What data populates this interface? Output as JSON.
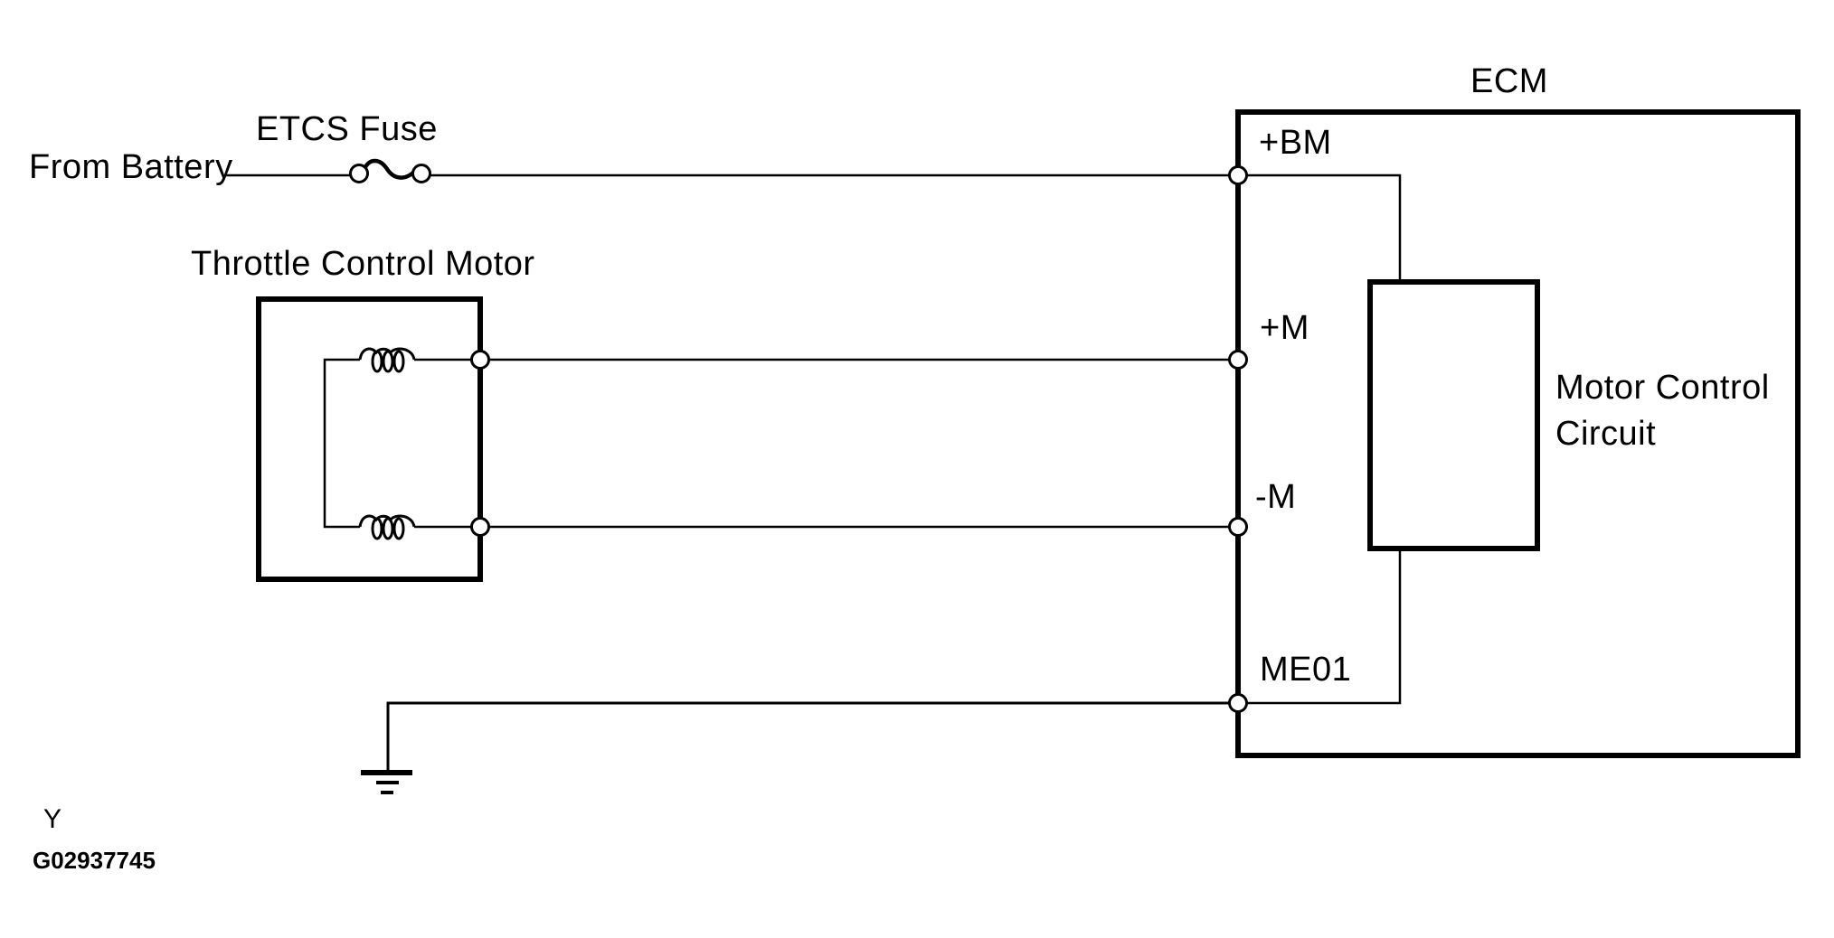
{
  "diagram": {
    "power": {
      "source_label": "From Battery",
      "fuse_label": "ETCS Fuse"
    },
    "throttle_motor": {
      "title": "Throttle Control Motor"
    },
    "ecm": {
      "title": "ECM",
      "pins": [
        {
          "id": "bm",
          "label": "+BM"
        },
        {
          "id": "m-plus",
          "label": "+M"
        },
        {
          "id": "m-minus",
          "label": "-M"
        },
        {
          "id": "me01",
          "label": "ME01"
        }
      ],
      "motor_control_circuit": {
        "line1": "Motor Control",
        "line2": "Circuit"
      }
    },
    "footer": {
      "section_marker": "Y",
      "figure_code": "G02937745"
    },
    "colors": {
      "ink": "#000000",
      "background": "#ffffff"
    }
  }
}
